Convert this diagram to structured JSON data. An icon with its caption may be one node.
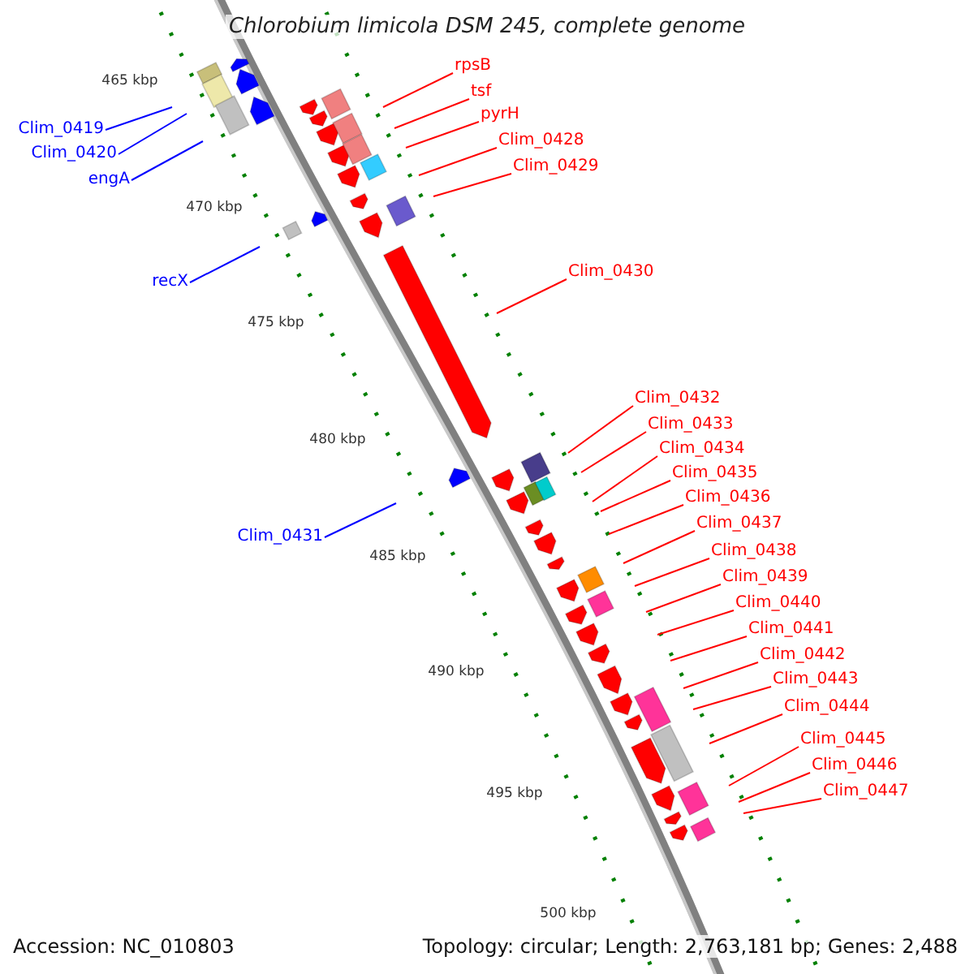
{
  "diagram": {
    "title": "Chlorobium limicola DSM 245, complete genome",
    "nodes": [
      {
        "text": [
          "Clim_0419"
        ]
      },
      {
        "text": [
          "Clim_0420"
        ]
      },
      {
        "text": [
          "engA"
        ]
      },
      {
        "text": [
          "recX"
        ]
      },
      {
        "text": [
          "Clim_0431"
        ]
      },
      {
        "text": [
          "rpsB"
        ]
      },
      {
        "text": [
          "tsf"
        ]
      },
      {
        "text": [
          "pyrH"
        ]
      },
      {
        "text": [
          "Clim_0428"
        ]
      },
      {
        "text": [
          "Clim_0429"
        ]
      },
      {
        "text": [
          "Clim_0430"
        ]
      },
      {
        "text": [
          "Clim_0432"
        ]
      },
      {
        "text": [
          "Clim_0433"
        ]
      },
      {
        "text": [
          "Clim_0434"
        ]
      },
      {
        "text": [
          "Clim_0435"
        ]
      },
      {
        "text": [
          "Clim_0436"
        ]
      },
      {
        "text": [
          "Clim_0437"
        ]
      },
      {
        "text": [
          "Clim_0438"
        ]
      },
      {
        "text": [
          "Clim_0439"
        ]
      },
      {
        "text": [
          "Clim_0440"
        ]
      },
      {
        "text": [
          "Clim_0441"
        ]
      },
      {
        "text": [
          "Clim_0442"
        ]
      },
      {
        "text": [
          "Clim_0443"
        ]
      },
      {
        "text": [
          "Clim_0444"
        ]
      },
      {
        "text": [
          "Clim_0445"
        ]
      },
      {
        "text": [
          "Clim_0446"
        ]
      },
      {
        "text": [
          "Clim_0447"
        ]
      }
    ],
    "edges": [
      {
        "from": 0,
        "to": null,
        "arrow": "none",
        "color": "#0000ff"
      },
      {
        "from": 1,
        "to": null,
        "arrow": "none",
        "color": "#0000ff"
      },
      {
        "from": 2,
        "to": null,
        "arrow": "none",
        "color": "#0000ff"
      },
      {
        "from": 3,
        "to": null,
        "arrow": "none",
        "color": "#0000ff"
      },
      {
        "from": 4,
        "to": null,
        "arrow": "none",
        "color": "#0000ff"
      },
      {
        "from": 5,
        "to": null,
        "arrow": "none"
      },
      {
        "from": 6,
        "to": null,
        "arrow": "none"
      },
      {
        "from": 7,
        "to": null,
        "arrow": "none"
      },
      {
        "from": 8,
        "to": null,
        "arrow": "none"
      },
      {
        "from": 9,
        "to": null,
        "arrow": "none"
      },
      {
        "from": 10,
        "to": null,
        "arrow": "none"
      },
      {
        "from": 11,
        "to": null,
        "arrow": "none"
      },
      {
        "from": 12,
        "to": null,
        "arrow": "none"
      },
      {
        "from": 13,
        "to": null,
        "arrow": "none"
      },
      {
        "from": 14,
        "to": null,
        "arrow": "none"
      },
      {
        "from": 15,
        "to": null,
        "arrow": "none"
      },
      {
        "from": 16,
        "to": null,
        "arrow": "none"
      },
      {
        "from": 17,
        "to": null,
        "arrow": "none"
      },
      {
        "from": 18,
        "to": null,
        "arrow": "none"
      },
      {
        "from": 19,
        "to": null,
        "arrow": "none"
      },
      {
        "from": 20,
        "to": null,
        "arrow": "none"
      },
      {
        "from": 21,
        "to": null,
        "arrow": "none"
      },
      {
        "from": 22,
        "to": null,
        "arrow": "none"
      },
      {
        "from": 23,
        "to": null,
        "arrow": "none"
      },
      {
        "from": 24,
        "to": null,
        "arrow": "none"
      },
      {
        "from": 25,
        "to": null,
        "arrow": "none"
      },
      {
        "from": 26,
        "to": null,
        "arrow": "none"
      }
    ],
    "labels": [
      "465 kbp",
      "470 kbp",
      "475 kbp",
      "480 kbp",
      "485 kbp",
      "490 kbp",
      "495 kbp",
      "500 kbp",
      "Accession: NC_010803",
      "Topology: circular; Length: 2,763,181 bp; Genes: 2,488"
    ]
  }
}
